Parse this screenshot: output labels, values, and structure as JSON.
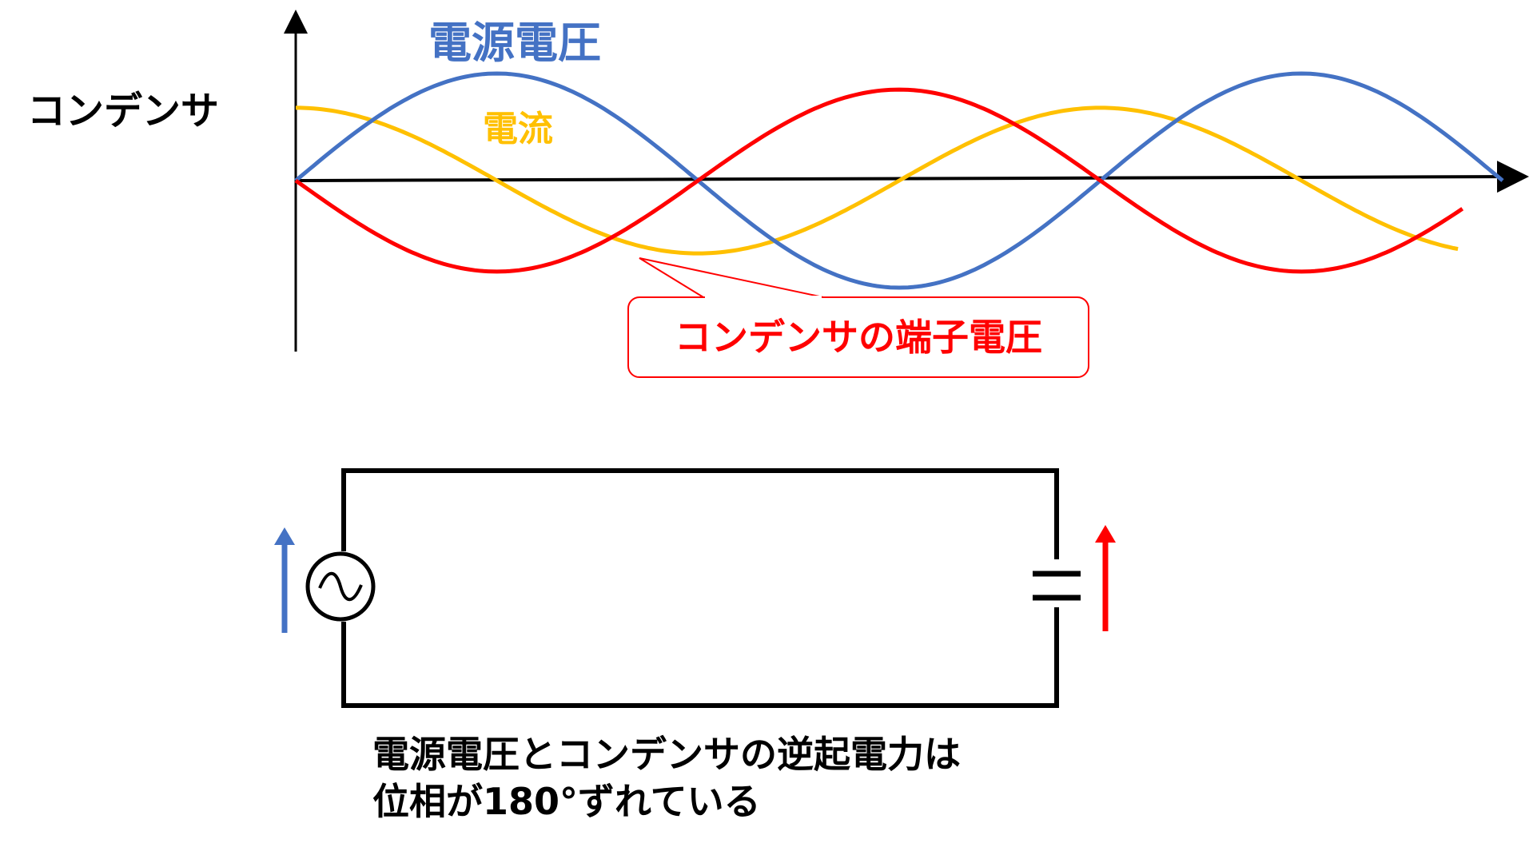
{
  "row_label": "コンデンサ",
  "labels": {
    "source_voltage": "電源電圧",
    "current": "電流",
    "capacitor_voltage": "コンデンサの端子電圧"
  },
  "caption": {
    "line1": "電源電圧とコンデンサの逆起電力は",
    "line2": "位相が180°ずれている"
  },
  "colors": {
    "source_voltage": "#4472C4",
    "current": "#FFC000",
    "capacitor_voltage": "#FF0000",
    "axis": "#000000"
  },
  "chart_data": {
    "type": "line",
    "series": [
      {
        "name": "電源電圧",
        "function": "sin",
        "phase_deg": 0,
        "amplitude": 1.0
      },
      {
        "name": "電流",
        "function": "cos",
        "phase_deg": 90,
        "amplitude": 0.85
      },
      {
        "name": "コンデンサの端子電圧",
        "function": "-sin",
        "phase_deg": 180,
        "amplitude": 1.0
      }
    ],
    "x_range_deg": [
      0,
      540
    ],
    "grid": false
  },
  "circuit": {
    "source_symbol": "ac-source-icon",
    "capacitor_symbol": "capacitor-icon",
    "arrows": [
      "up-arrow-blue",
      "up-arrow-red"
    ]
  }
}
